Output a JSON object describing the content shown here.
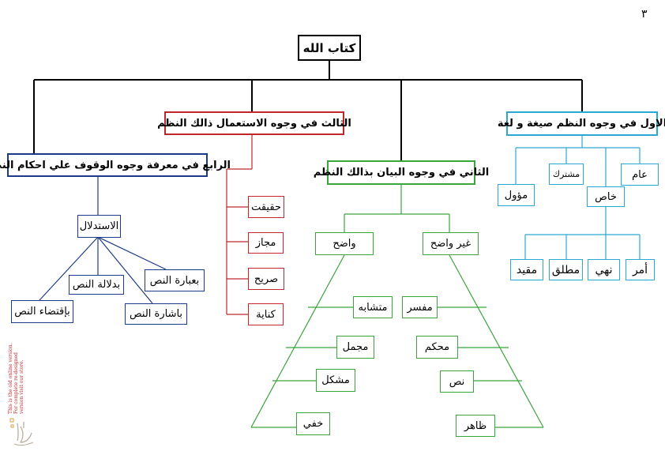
{
  "page_number": "٣",
  "notice": "This is the old online version. For complete re-designed version visit our store.",
  "colors": {
    "black": "#000000",
    "blue": "#1b3a8a",
    "cyan": "#2aa8d4",
    "green": "#3aa53a",
    "red": "#c0272d"
  },
  "root": "كتاب الله",
  "branch1": {
    "title": "الاول في وجوه النظم صيغة و لغة",
    "top": [
      "عام",
      "مشترك",
      "مؤول"
    ],
    "khas": "خاص",
    "khas_children": [
      "أمر",
      "نهي",
      "مطلق",
      "مقيد"
    ]
  },
  "branch2": {
    "title": "الثاني في وجوه البيان بذالك النظم",
    "clear": "واضح",
    "unclear": "غير واضح",
    "unclear_items": [
      "مفسر",
      "محكم",
      "نص",
      "ظاهر"
    ],
    "clear_items": [
      "متشابه",
      "مجمل",
      "مشكل",
      "خفي"
    ]
  },
  "branch3": {
    "title": "الثالث في وجوه الاستعمال ذالك النظم",
    "items": [
      "حقيقت",
      "مجاز",
      "صريح",
      "كناية"
    ]
  },
  "branch4": {
    "title": "الرابع في معرفة وجوه الوقوف علي احكام النظم",
    "istidlal": "الاستدلال",
    "items": [
      "بعبارة النص",
      "بدلالة النص",
      "باشارة النص",
      "بإقتضاء النص"
    ]
  }
}
